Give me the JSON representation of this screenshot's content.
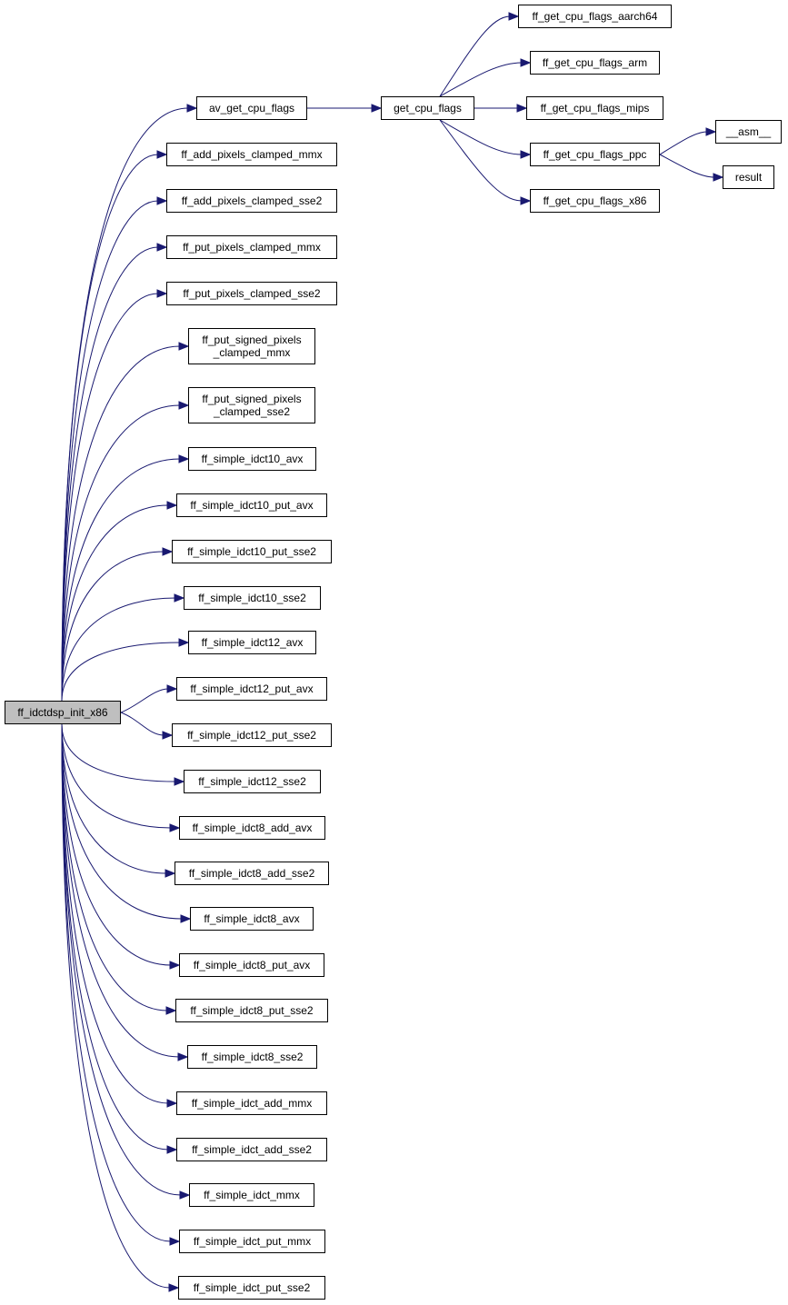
{
  "graph": {
    "colors": {
      "edge": "#191970",
      "root_fill": "#bfbfbf",
      "node_fill": "#ffffff",
      "border": "#000000"
    },
    "root": "ff_idctdsp_init_x86",
    "nodes": [
      {
        "id": "ff_idctdsp_init_x86",
        "label": "ff_idctdsp_init_x86"
      },
      {
        "id": "av_get_cpu_flags",
        "label": "av_get_cpu_flags"
      },
      {
        "id": "ff_add_pixels_clamped_mmx",
        "label": "ff_add_pixels_clamped_mmx"
      },
      {
        "id": "ff_add_pixels_clamped_sse2",
        "label": "ff_add_pixels_clamped_sse2"
      },
      {
        "id": "ff_put_pixels_clamped_mmx",
        "label": "ff_put_pixels_clamped_mmx"
      },
      {
        "id": "ff_put_pixels_clamped_sse2",
        "label": "ff_put_pixels_clamped_sse2"
      },
      {
        "id": "ff_put_signed_pixels_clamped_mmx",
        "label": "ff_put_signed_pixels\n_clamped_mmx"
      },
      {
        "id": "ff_put_signed_pixels_clamped_sse2",
        "label": "ff_put_signed_pixels\n_clamped_sse2"
      },
      {
        "id": "ff_simple_idct10_avx",
        "label": "ff_simple_idct10_avx"
      },
      {
        "id": "ff_simple_idct10_put_avx",
        "label": "ff_simple_idct10_put_avx"
      },
      {
        "id": "ff_simple_idct10_put_sse2",
        "label": "ff_simple_idct10_put_sse2"
      },
      {
        "id": "ff_simple_idct10_sse2",
        "label": "ff_simple_idct10_sse2"
      },
      {
        "id": "ff_simple_idct12_avx",
        "label": "ff_simple_idct12_avx"
      },
      {
        "id": "ff_simple_idct12_put_avx",
        "label": "ff_simple_idct12_put_avx"
      },
      {
        "id": "ff_simple_idct12_put_sse2",
        "label": "ff_simple_idct12_put_sse2"
      },
      {
        "id": "ff_simple_idct12_sse2",
        "label": "ff_simple_idct12_sse2"
      },
      {
        "id": "ff_simple_idct8_add_avx",
        "label": "ff_simple_idct8_add_avx"
      },
      {
        "id": "ff_simple_idct8_add_sse2",
        "label": "ff_simple_idct8_add_sse2"
      },
      {
        "id": "ff_simple_idct8_avx",
        "label": "ff_simple_idct8_avx"
      },
      {
        "id": "ff_simple_idct8_put_avx",
        "label": "ff_simple_idct8_put_avx"
      },
      {
        "id": "ff_simple_idct8_put_sse2",
        "label": "ff_simple_idct8_put_sse2"
      },
      {
        "id": "ff_simple_idct8_sse2",
        "label": "ff_simple_idct8_sse2"
      },
      {
        "id": "ff_simple_idct_add_mmx",
        "label": "ff_simple_idct_add_mmx"
      },
      {
        "id": "ff_simple_idct_add_sse2",
        "label": "ff_simple_idct_add_sse2"
      },
      {
        "id": "ff_simple_idct_mmx",
        "label": "ff_simple_idct_mmx"
      },
      {
        "id": "ff_simple_idct_put_mmx",
        "label": "ff_simple_idct_put_mmx"
      },
      {
        "id": "ff_simple_idct_put_sse2",
        "label": "ff_simple_idct_put_sse2"
      },
      {
        "id": "get_cpu_flags",
        "label": "get_cpu_flags"
      },
      {
        "id": "ff_get_cpu_flags_aarch64",
        "label": "ff_get_cpu_flags_aarch64"
      },
      {
        "id": "ff_get_cpu_flags_arm",
        "label": "ff_get_cpu_flags_arm"
      },
      {
        "id": "ff_get_cpu_flags_mips",
        "label": "ff_get_cpu_flags_mips"
      },
      {
        "id": "ff_get_cpu_flags_ppc",
        "label": "ff_get_cpu_flags_ppc"
      },
      {
        "id": "ff_get_cpu_flags_x86",
        "label": "ff_get_cpu_flags_x86"
      },
      {
        "id": "__asm__",
        "label": "__asm__"
      },
      {
        "id": "result",
        "label": "result"
      }
    ],
    "edges": [
      [
        "ff_idctdsp_init_x86",
        "av_get_cpu_flags"
      ],
      [
        "ff_idctdsp_init_x86",
        "ff_add_pixels_clamped_mmx"
      ],
      [
        "ff_idctdsp_init_x86",
        "ff_add_pixels_clamped_sse2"
      ],
      [
        "ff_idctdsp_init_x86",
        "ff_put_pixels_clamped_mmx"
      ],
      [
        "ff_idctdsp_init_x86",
        "ff_put_pixels_clamped_sse2"
      ],
      [
        "ff_idctdsp_init_x86",
        "ff_put_signed_pixels_clamped_mmx"
      ],
      [
        "ff_idctdsp_init_x86",
        "ff_put_signed_pixels_clamped_sse2"
      ],
      [
        "ff_idctdsp_init_x86",
        "ff_simple_idct10_avx"
      ],
      [
        "ff_idctdsp_init_x86",
        "ff_simple_idct10_put_avx"
      ],
      [
        "ff_idctdsp_init_x86",
        "ff_simple_idct10_put_sse2"
      ],
      [
        "ff_idctdsp_init_x86",
        "ff_simple_idct10_sse2"
      ],
      [
        "ff_idctdsp_init_x86",
        "ff_simple_idct12_avx"
      ],
      [
        "ff_idctdsp_init_x86",
        "ff_simple_idct12_put_avx"
      ],
      [
        "ff_idctdsp_init_x86",
        "ff_simple_idct12_put_sse2"
      ],
      [
        "ff_idctdsp_init_x86",
        "ff_simple_idct12_sse2"
      ],
      [
        "ff_idctdsp_init_x86",
        "ff_simple_idct8_add_avx"
      ],
      [
        "ff_idctdsp_init_x86",
        "ff_simple_idct8_add_sse2"
      ],
      [
        "ff_idctdsp_init_x86",
        "ff_simple_idct8_avx"
      ],
      [
        "ff_idctdsp_init_x86",
        "ff_simple_idct8_put_avx"
      ],
      [
        "ff_idctdsp_init_x86",
        "ff_simple_idct8_put_sse2"
      ],
      [
        "ff_idctdsp_init_x86",
        "ff_simple_idct8_sse2"
      ],
      [
        "ff_idctdsp_init_x86",
        "ff_simple_idct_add_mmx"
      ],
      [
        "ff_idctdsp_init_x86",
        "ff_simple_idct_add_sse2"
      ],
      [
        "ff_idctdsp_init_x86",
        "ff_simple_idct_mmx"
      ],
      [
        "ff_idctdsp_init_x86",
        "ff_simple_idct_put_mmx"
      ],
      [
        "ff_idctdsp_init_x86",
        "ff_simple_idct_put_sse2"
      ],
      [
        "av_get_cpu_flags",
        "get_cpu_flags"
      ],
      [
        "get_cpu_flags",
        "ff_get_cpu_flags_aarch64"
      ],
      [
        "get_cpu_flags",
        "ff_get_cpu_flags_arm"
      ],
      [
        "get_cpu_flags",
        "ff_get_cpu_flags_mips"
      ],
      [
        "get_cpu_flags",
        "ff_get_cpu_flags_ppc"
      ],
      [
        "get_cpu_flags",
        "ff_get_cpu_flags_x86"
      ],
      [
        "ff_get_cpu_flags_ppc",
        "__asm__"
      ],
      [
        "ff_get_cpu_flags_ppc",
        "result"
      ]
    ]
  }
}
